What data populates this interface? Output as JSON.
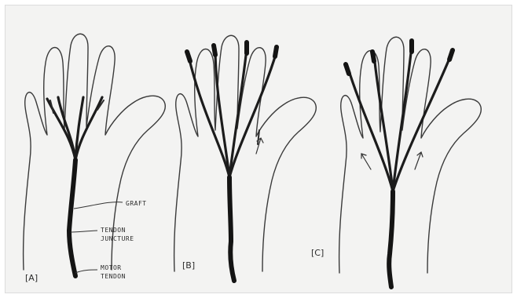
{
  "panels": [
    {
      "label": "[A]"
    },
    {
      "label": "[B]"
    },
    {
      "label": "[C]"
    }
  ],
  "annotations": {
    "graft": "GRAFT",
    "tendon_juncture_line1": "TENDON",
    "tendon_juncture_line2": "JUNCTURE",
    "motor_tendon_line1": "MOTOR",
    "motor_tendon_line2": "TENDON"
  }
}
